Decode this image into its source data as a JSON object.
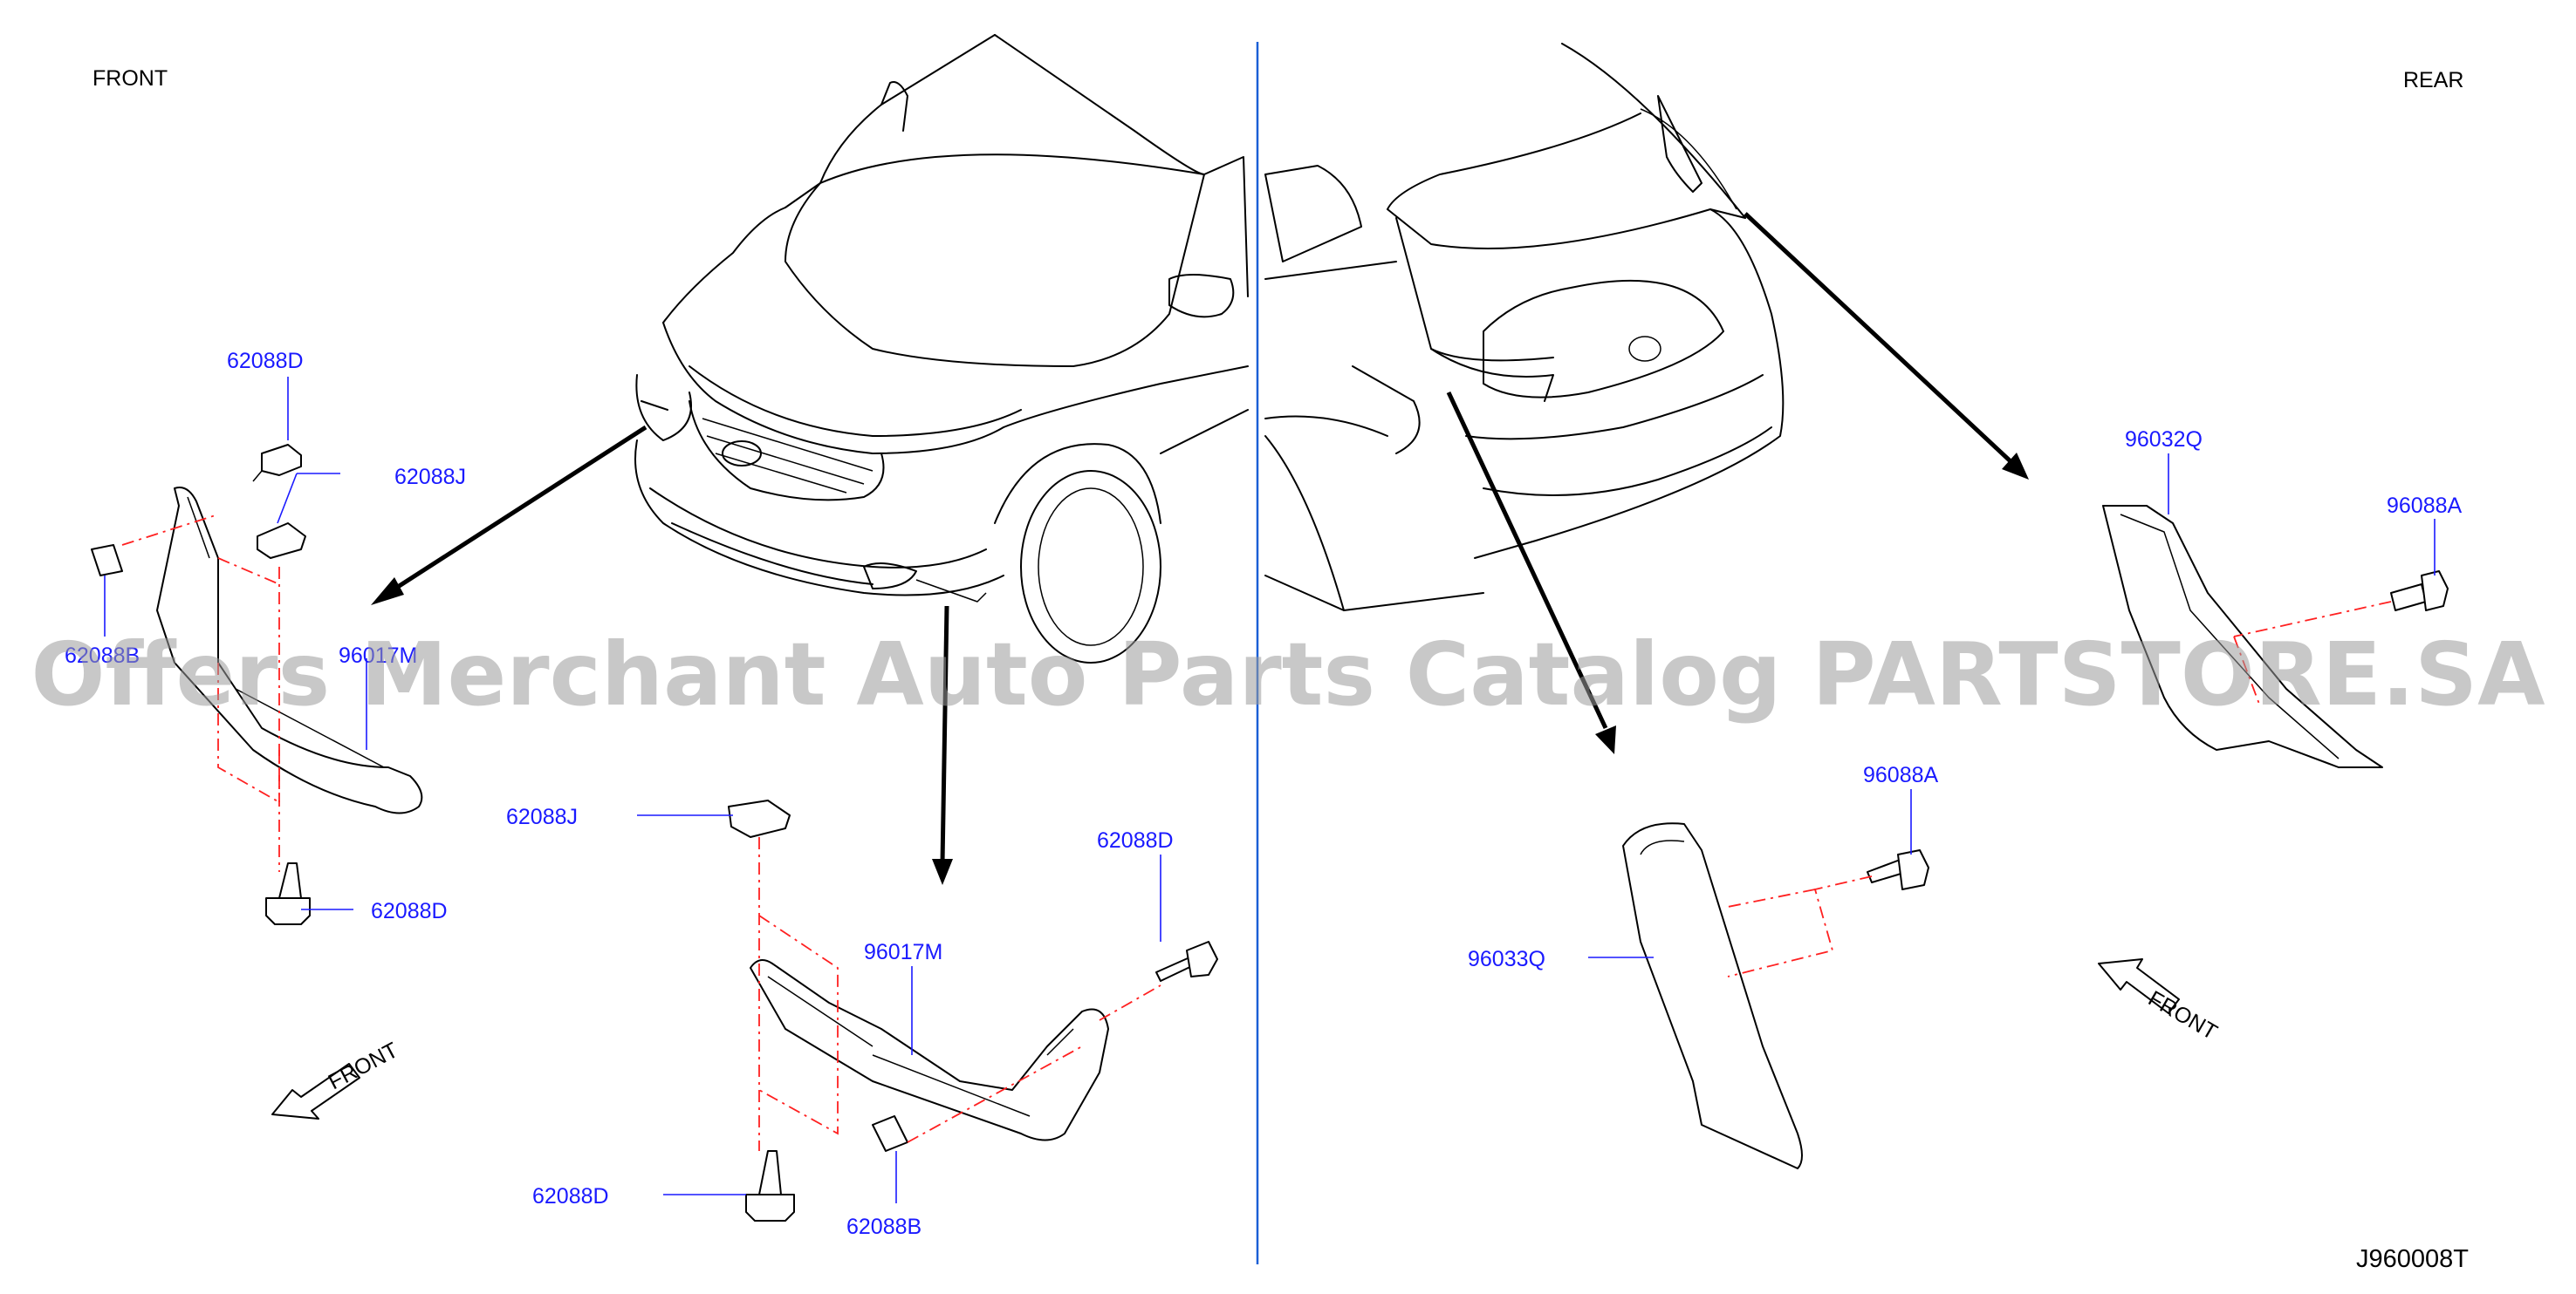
{
  "headers": {
    "front": "FRONT",
    "rear": "REAR"
  },
  "labels": {
    "front_clip_top": "62088D",
    "front_clip_j_top": "62088J",
    "front_left_clip": "62088B",
    "front_left_protector": "96017M",
    "front_bottom_clip": "62088D",
    "front_mid_clip_j": "62088J",
    "front_right_clip": "62088D",
    "front_protector": "96017M",
    "front_lower_clip": "62088D",
    "front_lower_clip_b": "62088B",
    "rear_upper_protector": "96032Q",
    "rear_upper_bolt": "96088A",
    "rear_lower_bolt": "96088A",
    "rear_lower_protector": "96033Q"
  },
  "direction": {
    "front_left": "FRONT",
    "front_right": "FRONT"
  },
  "diagram_code": "J960008T",
  "watermark": "Offers Merchant Auto Parts Catalog PARTSTORE.SA",
  "colors": {
    "label": "#1a1aff",
    "fastener_guide": "#ff2020",
    "divider": "#1a5fd6"
  }
}
